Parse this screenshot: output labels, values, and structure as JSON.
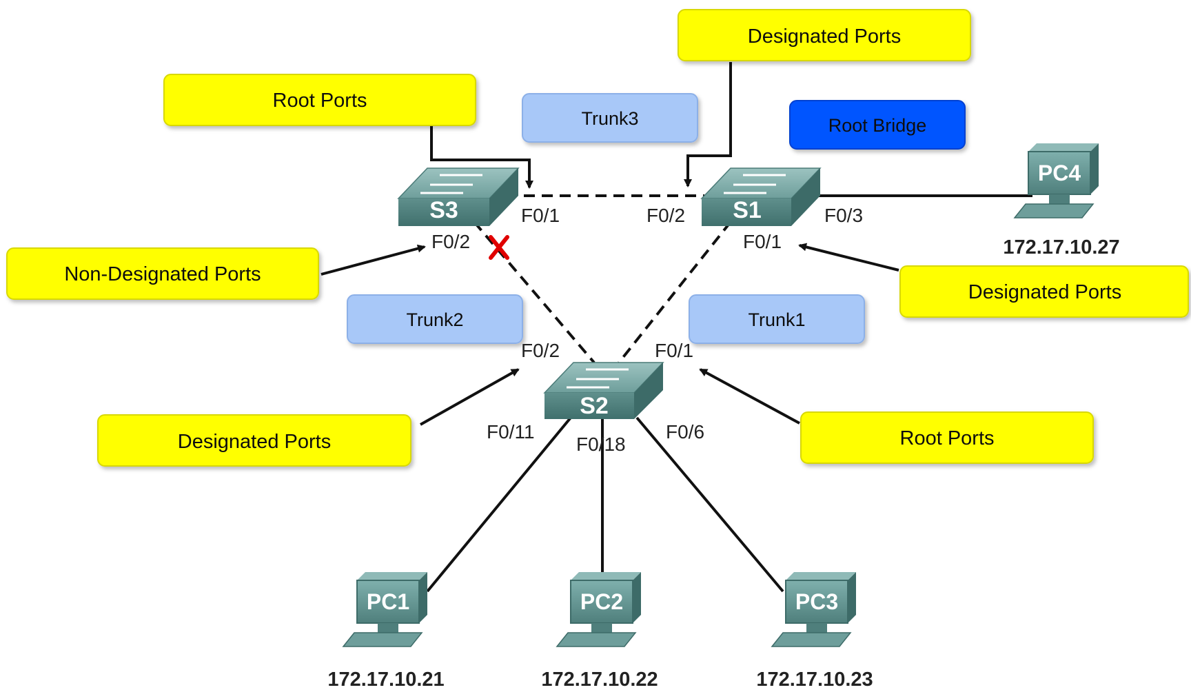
{
  "callouts": {
    "designated_top": "Designated Ports",
    "root_ports_left": "Root Ports",
    "non_designated": "Non-Designated Ports",
    "designated_right": "Designated Ports",
    "designated_left": "Designated Ports",
    "root_ports_right": "Root Ports"
  },
  "trunks": {
    "trunk3": "Trunk3",
    "trunk2": "Trunk2",
    "trunk1": "Trunk1"
  },
  "root_bridge": "Root Bridge",
  "switches": {
    "s1": "S1",
    "s2": "S2",
    "s3": "S3"
  },
  "ports": {
    "s3_f01": "F0/1",
    "s3_f02": "F0/2",
    "s1_f02": "F0/2",
    "s1_f03": "F0/3",
    "s1_f01": "F0/1",
    "s2_f02": "F0/2",
    "s2_f01": "F0/1",
    "s2_f011": "F0/11",
    "s2_f018": "F0/18",
    "s2_f06": "F0/6"
  },
  "pcs": {
    "pc1": {
      "name": "PC1",
      "ip": "172.17.10.21"
    },
    "pc2": {
      "name": "PC2",
      "ip": "172.17.10.22"
    },
    "pc3": {
      "name": "PC3",
      "ip": "172.17.10.23"
    },
    "pc4": {
      "name": "PC4",
      "ip": "172.17.10.27"
    }
  },
  "colors": {
    "callout_yellow": "#ffff00",
    "trunk_blue": "#a8c8f8",
    "root_bridge_blue": "#0055ff",
    "device_teal": "#5d8f8c",
    "blocked_x": "#e00000"
  }
}
